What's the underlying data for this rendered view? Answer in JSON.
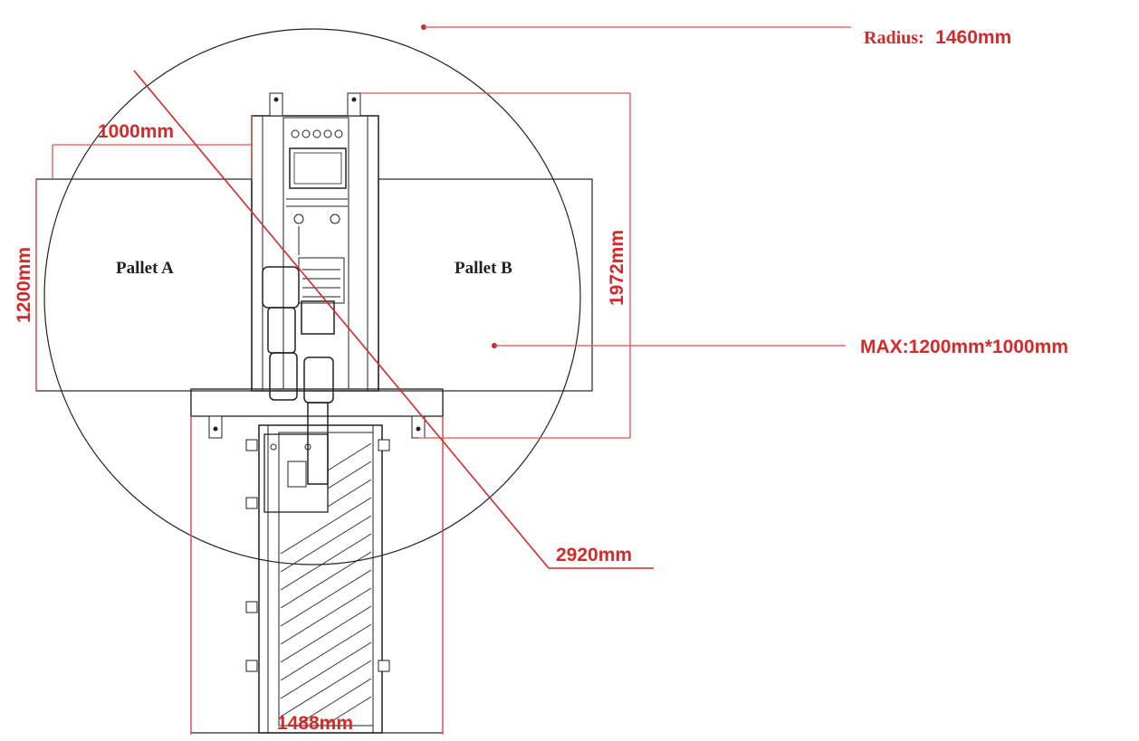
{
  "colors": {
    "dimension": "#d32a2a",
    "outline": "#222222",
    "background": "#ffffff"
  },
  "labels": {
    "radius_prefix": "Radius:",
    "radius_value": "1460mm",
    "max_size": "MAX:1200mm*1000mm",
    "pallet_a": "Pallet A",
    "pallet_b": "Pallet B",
    "width_1000": "1000mm",
    "height_1200": "1200mm",
    "height_1972": "1972mm",
    "diagonal_2920": "2920mm",
    "width_1488": "1488mm"
  }
}
